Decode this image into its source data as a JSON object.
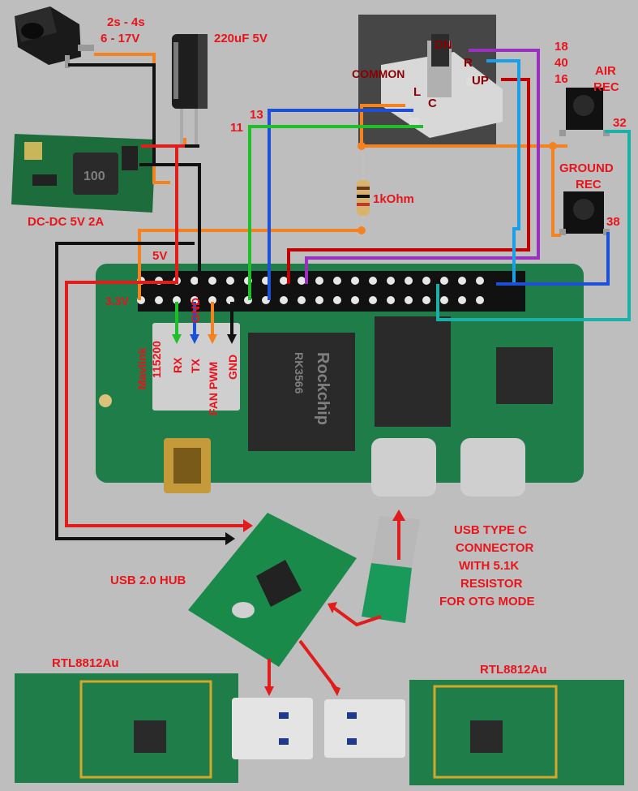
{
  "colors": {
    "background": "#bebebe",
    "pcb": "#1f7d4a",
    "label_red": "#e8141b",
    "wire_orange": "#f58220",
    "wire_black": "#111111",
    "wire_red": "#d40000",
    "wire_darkred": "#b00000",
    "wire_blue": "#1e4fd8",
    "wire_green": "#1fbf2a",
    "wire_purple": "#9a2fc0",
    "wire_lightblue": "#1aa0e6",
    "wire_teal": "#19b0a8"
  },
  "labels": {
    "input_voltage_cells": "2s - 4s",
    "input_voltage_range": "6 - 17V",
    "capacitor": "220uF 5V",
    "dcdc": "DC-DC 5V 2A",
    "rail_5v": "5V",
    "rail_3v3": "3.3V",
    "resistor": "1kOhm",
    "pin_13": "13",
    "pin_11": "11",
    "pin_18": "18",
    "pin_40": "40",
    "pin_16": "16",
    "pin_32": "32",
    "pin_38": "38",
    "joystick_dn": "DN",
    "joystick_r": "R",
    "joystick_up": "UP",
    "joystick_common": "COMMON",
    "joystick_l": "L",
    "joystick_c": "C",
    "air_rec_1": "AIR",
    "air_rec_2": "REC",
    "ground_rec_1": "GROUND",
    "ground_rec_2": "REC",
    "header_rx": "RX",
    "header_tx": "TX",
    "header_gnd_top": "GND",
    "header_fan_pwm": "FAN PWM",
    "header_gnd": "GND",
    "mavlink_1": "Mavlink",
    "mavlink_2": "115200",
    "usb_hub": "USB 2.0 HUB",
    "usbc_1": "USB TYPE C",
    "usbc_2": "CONNECTOR",
    "usbc_3": "WITH 5.1K",
    "usbc_4": "RESISTOR",
    "usbc_5": "FOR OTG MODE",
    "wifi_left": "RTL8812Au",
    "wifi_right": "RTL8812Au",
    "soc_brand": "Rockchip",
    "soc_model": "RK3566",
    "dcdc_inductor": "100"
  }
}
